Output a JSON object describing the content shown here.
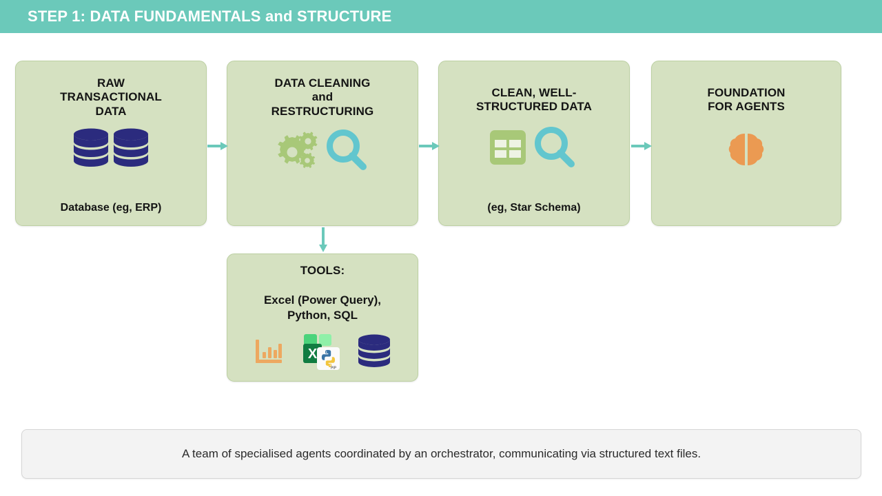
{
  "header": {
    "title": "STEP 1: DATA FUNDAMENTALS and STRUCTURE",
    "background_color": "#6bc9ba",
    "text_color": "#ffffff"
  },
  "colors": {
    "box_fill": "#d5e1c1",
    "box_border": "#bcd0a2",
    "arrow": "#6bc9ba",
    "database_navy": "#2b2b7e",
    "icon_green": "#a8c878",
    "magnifier_teal": "#62c6ce",
    "brain_orange": "#eb9a52",
    "bar_chart_orange": "#eda860",
    "caption_bg": "#f3f3f3"
  },
  "flow": {
    "stages": [
      {
        "id": "raw-transactional-data",
        "title": "RAW\nTRANSACTIONAL\nDATA",
        "subtitle": "Database (eg, ERP)",
        "icons": [
          "database-icon",
          "database-icon"
        ]
      },
      {
        "id": "data-cleaning-and-restructuring",
        "title": "DATA CLEANING\nand\nRESTRUCTURING",
        "subtitle": "",
        "icons": [
          "gears-icon",
          "magnifier-icon"
        ]
      },
      {
        "id": "clean-well-structured-data",
        "title": "CLEAN, WELL-\nSTRUCTURED DATA",
        "subtitle": "(eg, Star Schema)",
        "icons": [
          "table-icon",
          "magnifier-icon"
        ]
      },
      {
        "id": "foundation-for-agents",
        "title": "FOUNDATION\nFOR AGENTS",
        "subtitle": "",
        "icons": [
          "brain-icon"
        ]
      }
    ],
    "connectors": [
      {
        "id": "arrow-raw-to-cleaning",
        "direction": "right"
      },
      {
        "id": "arrow-cleaning-to-clean",
        "direction": "right"
      },
      {
        "id": "arrow-clean-to-foundation",
        "direction": "right"
      },
      {
        "id": "arrow-cleaning-to-tools",
        "direction": "down"
      }
    ]
  },
  "tools": {
    "title": "TOOLS:",
    "list": "Excel (Power Query),\nPython, SQL",
    "icons": [
      "bar-chart-icon",
      "excel-logo-icon",
      "python-logo-icon",
      "database-icon"
    ],
    "excel_letter": "X",
    "python_label": "PIP"
  },
  "caption": {
    "text": "A team of specialised agents coordinated by an orchestrator, communicating via structured text files."
  }
}
